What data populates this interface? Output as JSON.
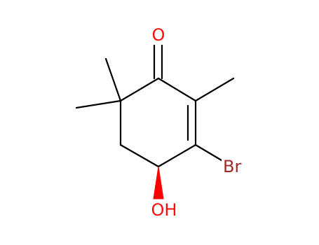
{
  "molecule": {
    "atoms": [
      {
        "id": "O-carbonyl",
        "label": "O",
        "color": "#ff0d0d"
      },
      {
        "id": "Br",
        "label": "Br",
        "color": "#a62929"
      },
      {
        "id": "OH",
        "label": "OH",
        "color": "#ff0d0d"
      }
    ],
    "bond_color": "#000000",
    "wedge_color": "#ff0000",
    "background": "#ffffff"
  }
}
